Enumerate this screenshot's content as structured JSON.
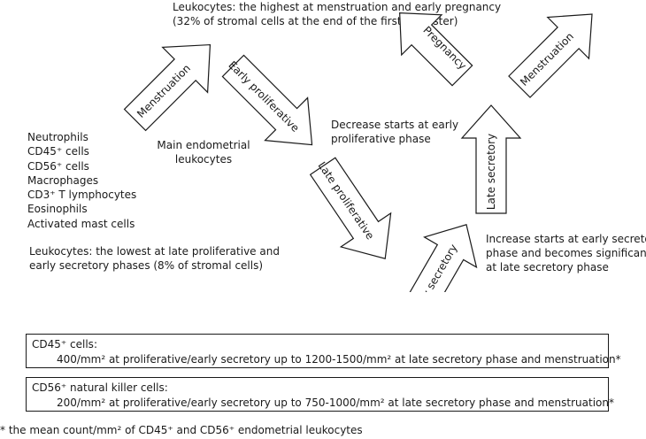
{
  "top_note": {
    "line1": "Leukocytes: the highest at menstruation and early pregnancy",
    "line2": "(32% of stromal cells at the end of the first trimester)"
  },
  "leukocyte_list": {
    "items": [
      "Neutrophils",
      "CD45⁺ cells",
      "CD56⁺ cells",
      "Macrophages",
      "CD3⁺ T lymphocytes",
      "Eosinophils",
      "Activated mast cells"
    ]
  },
  "main_label": {
    "line1": "Main endometrial",
    "line2": "leukocytes"
  },
  "lowest_note": {
    "line1": "Leukocytes: the lowest at late proliferative and",
    "line2": "early secretory phases (8% of stromal cells)"
  },
  "decrease_note": {
    "line1": "Decrease starts at early",
    "line2": "proliferative phase"
  },
  "increase_note": {
    "line1": "Increase starts at early secretory",
    "line2": "phase and becomes significant",
    "line3": "at late secretory phase"
  },
  "arrows": {
    "menstruation_left": "Menstruation",
    "early_proliferative": "Early proliferative",
    "late_proliferative": "Late proliferative",
    "early_secretory": "Early secretory",
    "late_secretory": "Late secretory",
    "pregnancy": "Pregnancy",
    "menstruation_right": "Menstruation"
  },
  "box_cd45": {
    "title": "CD45⁺ cells:",
    "text": "400/mm² at proliferative/early secretory up to 1200-1500/mm² at late secretory phase and menstruation*"
  },
  "box_cd56": {
    "title": "CD56⁺ natural killer cells:",
    "text": "200/mm² at proliferative/early secretory up to 750-1000/mm² at late secretory phase and menstruation*"
  },
  "footnote": "* the mean count/mm² of CD45⁺ and CD56⁺ endometrial leukocytes"
}
